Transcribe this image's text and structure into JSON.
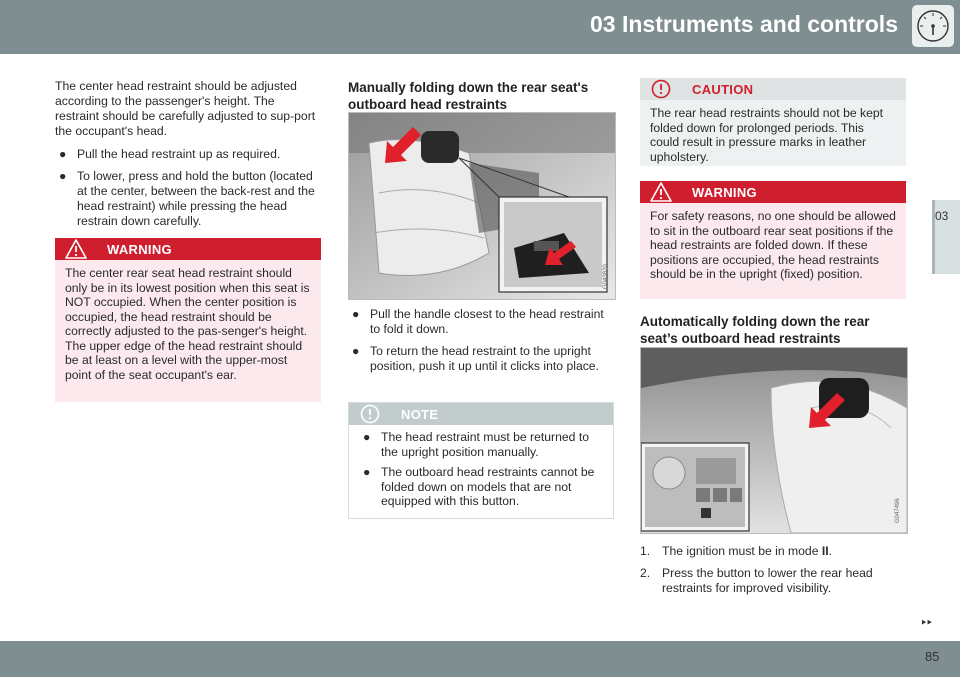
{
  "header": {
    "title": "03 Instruments and controls",
    "icon": "gauge-icon"
  },
  "sidebar": {
    "tab": "03"
  },
  "footer": {
    "page_number": "85",
    "next_page": "‣‣"
  },
  "col1": {
    "intro": "The center head restraint should be adjusted according to the passenger's height. The restraint should be carefully adjusted to sup-port the occupant's head.",
    "bullets": [
      "Pull the head restraint up as required.",
      "To lower, press and hold the button (located at the center, between the back-rest and the head restraint) while pressing the head restrain down carefully."
    ],
    "warning": {
      "label": "WARNING",
      "text": "The center rear seat head restraint should only be in its lowest position when this seat is NOT occupied. When the center position is occupied, the head restraint should be correctly adjusted to the pas-senger's height. The upper edge of the head restraint should be at least on a level with the upper-most point of the seat occupant's ear."
    }
  },
  "col2": {
    "heading": "Manually folding down the rear seat's outboard head restraints",
    "figure_code": "G043820",
    "bullets": [
      "Pull the handle closest to the head restraint to fold it down.",
      "To return the head restraint to the upright position, push it up until it clicks into place."
    ],
    "note": {
      "label": "NOTE",
      "bullets": [
        "The head restraint must be returned to the upright position manually.",
        "The outboard head restraints cannot be folded down on models that are not equipped with this button."
      ]
    }
  },
  "col3": {
    "caution": {
      "label": "CAUTION",
      "text": "The rear head restraints should not be kept folded down for prolonged periods. This could result in pressure marks in leather upholstery."
    },
    "warning": {
      "label": "WARNING",
      "text": "For safety reasons, no one should be allowed to sit in the outboard rear seat positions if the head restraints are folded down. If these positions are occupied, the head restraints should be in the upright (fixed) position."
    },
    "heading": "Automatically folding down the rear seat’s outboard head restraints",
    "figure_code": "G047496",
    "steps": [
      {
        "n": "1.",
        "text": "The ignition must be in mode ",
        "bold": "II",
        "end": "."
      },
      {
        "n": "2.",
        "text": "Press the button to lower the rear head restraints for improved visibility."
      }
    ]
  },
  "colors": {
    "header": "#7f8e90",
    "warning": "#cf1f2f",
    "warning_bg": "#fbe9ee",
    "caution_bg": "#eef1f1",
    "note_head": "#c3cccd",
    "arrow": "#e0202a"
  }
}
